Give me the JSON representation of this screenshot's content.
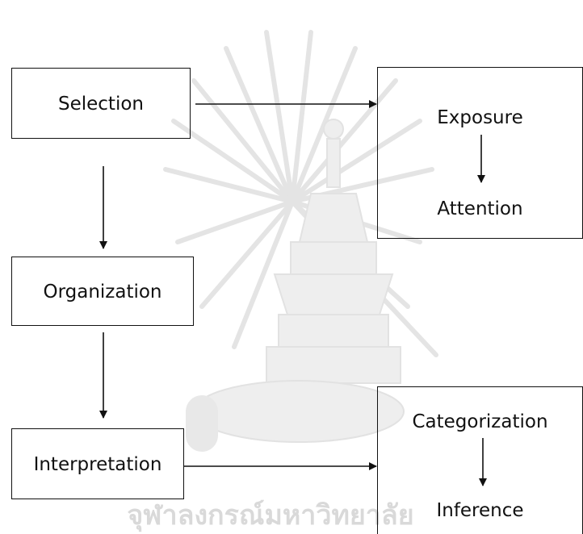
{
  "watermark": {
    "emblem": "chulalongkorn-university-emblem",
    "text": "จุฬาลงกรณ์มหาวิทยาลัย",
    "color": "#d9d9d9"
  },
  "nodes": {
    "selection": "Selection",
    "organization": "Organization",
    "interpretation": "Interpretation",
    "exposure": "Exposure",
    "attention": "Attention",
    "categorization": "Categorization",
    "inference": "Inference"
  }
}
